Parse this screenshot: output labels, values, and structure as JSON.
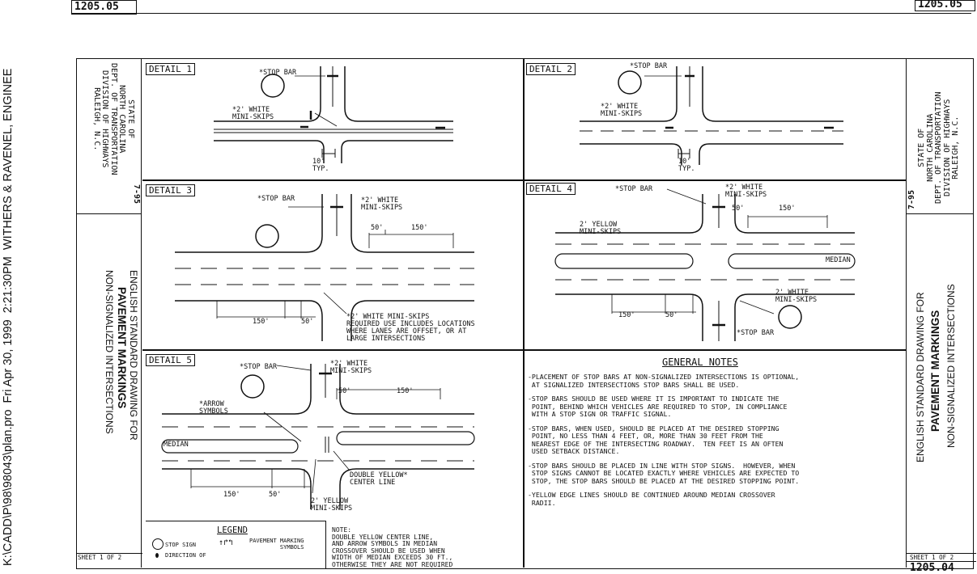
{
  "sheet_number_top_left": "1205.05",
  "sheet_number_top_right": "1205.05",
  "sheet_number_bottom_right": "1205.04",
  "margin_path_text": "K:\\CADD\\P\\98\\98043\\plan.pro  Fri Apr 30, 1999  2:21:30PM  WITHERS & RAVENEL, ENGINEE",
  "left_title_block": {
    "agency": "STATE OF\nNORTH CAROLINA\nDEPT. OF TRANSPORTATION\nDIVISION OF HIGHWAYS\nRALEIGH, N.C.",
    "date": "7-95",
    "drawing_title_line1": "ENGLISH STANDARD DRAWING FOR",
    "drawing_title_line2": "PAVEMENT MARKINGS",
    "drawing_title_line3": "NON-SIGNALIZED INTERSECTIONS",
    "sheet": "SHEET 1 OF 2"
  },
  "right_title_block": {
    "agency": "STATE OF\nNORTH CAROLINA\nDEPT. OF TRANSPORTATION\nDIVISION OF HIGHWAYS\nRALEIGH, N.C.",
    "date": "7-95",
    "drawing_title_line1": "ENGLISH STANDARD DRAWING FOR",
    "drawing_title_line2": "PAVEMENT MARKINGS",
    "drawing_title_line3": "NON-SIGNALIZED INTERSECTIONS",
    "sheet": "SHEET 1 OF 2"
  },
  "details": {
    "d1": {
      "label": "DETAIL 1",
      "stop_bar": "*STOP BAR",
      "skips": "*2' WHITE\nMINI-SKIPS",
      "dim": "10'\nTYP."
    },
    "d2": {
      "label": "DETAIL 2",
      "stop_bar": "*STOP BAR",
      "skips": "*2' WHITE\nMINI-SKIPS",
      "dim": "10'\nTYP."
    },
    "d3": {
      "label": "DETAIL 3",
      "stop_bar": "*STOP BAR",
      "skips": "*2' WHITE\nMINI-SKIPS",
      "dim_a": "50'",
      "dim_b": "150'",
      "dim_c": "150'",
      "dim_d": "50'",
      "note": "*2' WHITE MINI-SKIPS\nREQUIRED USE INCLUDES LOCATIONS\nWHERE LANES ARE OFFSET, OR AT\nLARGE INTERSECTIONS"
    },
    "d4": {
      "label": "DETAIL 4",
      "stop_bar": "*STOP BAR",
      "skips": "*2' WHITE\nMINI-SKIPS",
      "yellow": "2' YELLOW\nMINI-SKIPS",
      "dim_a": "50'",
      "dim_b": "150'",
      "median": "MEDIAN",
      "skips2": "2' WHITE\nMINI-SKIPS",
      "dim_c": "150'",
      "dim_d": "50'",
      "stop_bar2": "*STOP BAR"
    },
    "d5": {
      "label": "DETAIL 5",
      "stop_bar": "*STOP BAR",
      "skips": "*2' WHITE\nMINI-SKIPS",
      "arrow": "*ARROW\nSYMBOLS",
      "dim_a": "50'",
      "dim_b": "150'",
      "median": "MEDIAN",
      "double_yellow": "DOUBLE YELLOW*\nCENTER LINE",
      "dim_c": "150'",
      "dim_d": "50'",
      "yellow": "2' YELLOW\nMINI-SKIPS"
    }
  },
  "legend": {
    "title": "LEGEND",
    "stop_sign": "STOP SIGN",
    "pavement_marking": "PAVEMENT MARKING\nSYMBOLS",
    "direction": "DIRECTION OF"
  },
  "note_block": "NOTE:\nDOUBLE YELLOW CENTER LINE,\nAND ARROW SYMBOLS IN MEDIAN\nCROSSOVER SHOULD BE USED WHEN\nWIDTH OF MEDIAN EXCEEDS 30 FT.,\nOTHERWISE THEY ARE NOT REQUIRED",
  "general_notes": {
    "title": "GENERAL NOTES",
    "items": [
      "-PLACEMENT OF STOP BARS AT NON-SIGNALIZED INTERSECTIONS IS OPTIONAL,\n AT SIGNALIZED INTERSECTIONS STOP BARS SHALL BE USED.",
      "-STOP BARS SHOULD BE USED WHERE IT IS IMPORTANT TO INDICATE THE\n POINT, BEHIND WHICH VEHICLES ARE REQUIRED TO STOP, IN COMPLIANCE\n WITH A STOP SIGN OR TRAFFIC SIGNAL.",
      "-STOP BARS, WHEN USED, SHOULD BE PLACED AT THE DESIRED STOPPING\n POINT, NO LESS THAN 4 FEET, OR, MORE THAN 30 FEET FROM THE\n NEAREST EDGE OF THE INTERSECTING ROADWAY.  TEN FEET IS AN OFTEN\n USED SETBACK DISTANCE.",
      "-STOP BARS SHOULD BE PLACED IN LINE WITH STOP SIGNS.  HOWEVER, WHEN\n STOP SIGNS CANNOT BE LOCATED EXACTLY WHERE VEHICLES ARE EXPECTED TO\n STOP, THE STOP BARS SHOULD BE PLACED AT THE DESIRED STOPPING POINT.",
      "-YELLOW EDGE LINES SHOULD BE CONTINUED AROUND MEDIAN CROSSOVER\n RADII."
    ]
  }
}
